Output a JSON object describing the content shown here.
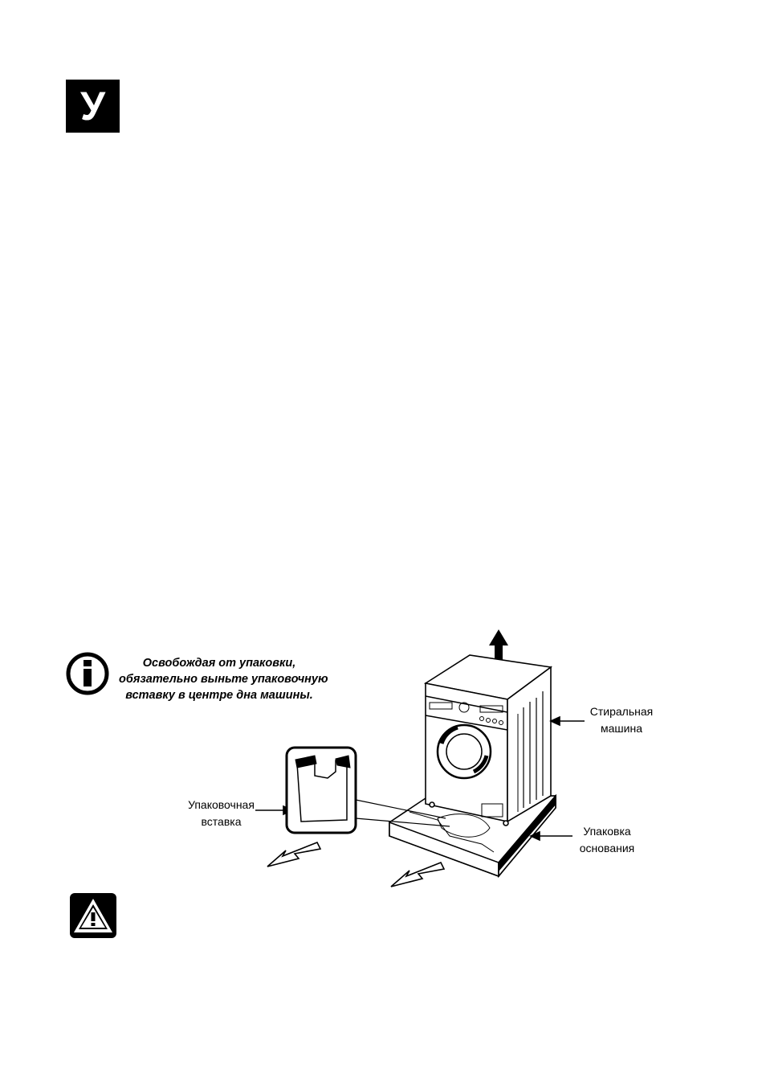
{
  "section_badge": {
    "letter": "У"
  },
  "info_note": {
    "icon": "info-icon",
    "lines": [
      "Освобождая от упаковки,",
      "обязательно выньте упаковочную",
      "вставку в центре дна машины."
    ]
  },
  "illustration": {
    "labels": {
      "washer": [
        "Стиральная",
        "машина"
      ],
      "insert": [
        "Упаковочная",
        "вставка"
      ],
      "base": [
        "Упаковка",
        "основания"
      ]
    }
  },
  "warning": {
    "icon": "warning-triangle-icon"
  }
}
